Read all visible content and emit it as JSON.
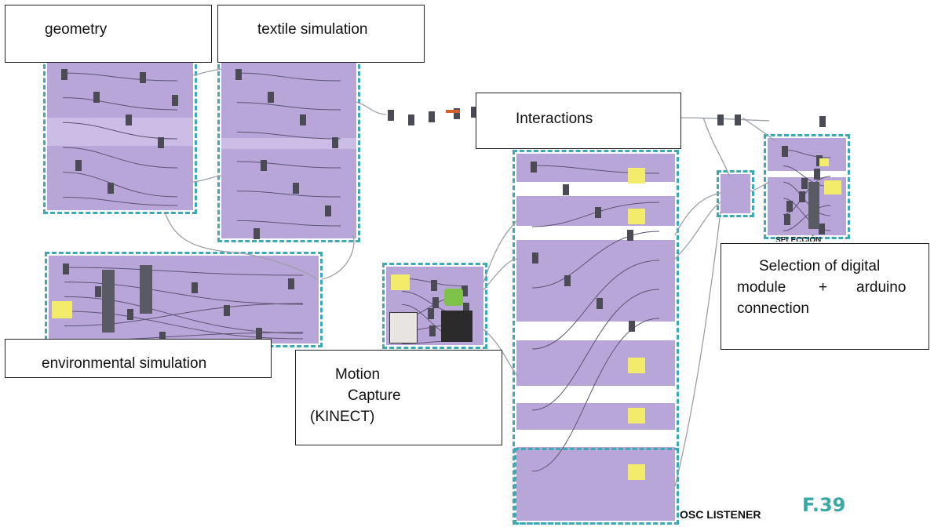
{
  "labels": {
    "geometry": "geometry",
    "textile": "textile simulation",
    "interactions": "Interactions",
    "environmental": "environmental simulation",
    "motion_line1": "Motion",
    "motion_line2": "Capture",
    "motion_line3": "(KINECT)",
    "selection_line1": "Selection of digital",
    "selection_line2_a": "module",
    "selection_line2_b": "+",
    "selection_line2_c": "arduino",
    "selection_line3": "connection"
  },
  "captions": {
    "osc": "OSC LISTENER",
    "figure": "F.39",
    "seleccion": "SELECCIÓN"
  },
  "colors": {
    "group_fill": "#b8a6d9",
    "group_outline": "#3fa8b5",
    "wire": "#9aa0a8",
    "node": "#4b4b55",
    "note": "#f2ec6a",
    "figure_text": "#3aa9a4"
  }
}
